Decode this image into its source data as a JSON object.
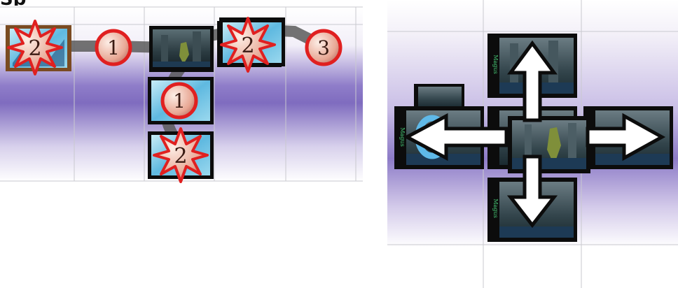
{
  "left_board": {
    "heading_fragment": "Sp",
    "grid_columns": 5,
    "grid_rows": 2,
    "cards": [
      {
        "name": "start-card",
        "art": "ice",
        "frame": "#7a4b22",
        "col": 0,
        "row": 0
      },
      {
        "name": "skyline-card",
        "art": "city",
        "frame": "#0c0c0c",
        "col": 2,
        "row": 0
      },
      {
        "name": "ice-card-top",
        "art": "ice",
        "frame": "#0c0c0c",
        "col": 3,
        "row": 0
      },
      {
        "name": "ice-card-middle",
        "art": "ice",
        "frame": "#0c0c0c",
        "col": 2,
        "row": 1
      },
      {
        "name": "ice-card-bottom",
        "art": "ice",
        "frame": "#0c0c0c",
        "col": 2,
        "row": 2
      }
    ],
    "markers": [
      {
        "kind": "burst",
        "label": "2",
        "name": "burst-marker-start"
      },
      {
        "kind": "circle",
        "label": "1",
        "name": "step-circle-1"
      },
      {
        "kind": "burst",
        "label": "2",
        "name": "burst-marker-top"
      },
      {
        "kind": "circle",
        "label": "3",
        "name": "step-circle-3"
      },
      {
        "kind": "circle",
        "label": "1",
        "name": "step-circle-1-down"
      },
      {
        "kind": "burst",
        "label": "2",
        "name": "burst-marker-bottom"
      }
    ]
  },
  "right_board": {
    "card_label": "Magus",
    "arrows": [
      "up",
      "down",
      "left",
      "right"
    ],
    "rotate_marker_color": "#5fb9e8",
    "cards": [
      {
        "name": "card-north",
        "art": "city"
      },
      {
        "name": "card-west",
        "art": "city"
      },
      {
        "name": "card-west-small",
        "art": "city"
      },
      {
        "name": "card-center",
        "art": "city"
      },
      {
        "name": "card-east",
        "art": "city"
      },
      {
        "name": "card-south",
        "art": "city"
      }
    ]
  },
  "colors": {
    "band_purple": "#8e78c8",
    "marker_red": "#e02020",
    "marker_fill": "#f4c9b8",
    "path_grey": "#555555",
    "ice_blue": "#6fc3e0",
    "city_dark": "#1b2a30"
  }
}
